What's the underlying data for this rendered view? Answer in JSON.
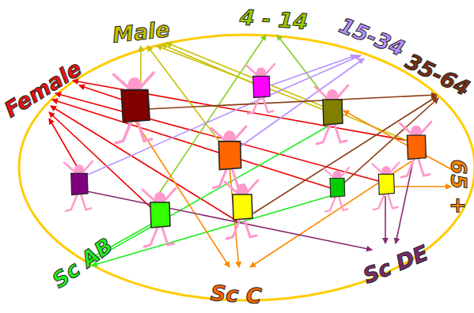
{
  "diagram": {
    "labels": [
      "Female",
      "Male",
      "4 - 14",
      "15-34",
      "35-64",
      "65 +",
      "Sc AB",
      "Sc C",
      "Sc DE"
    ]
  }
}
